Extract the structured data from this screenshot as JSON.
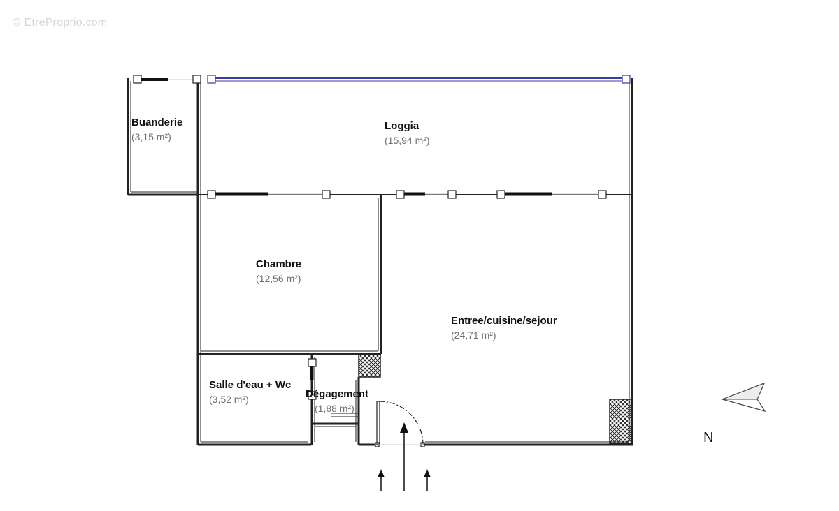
{
  "watermark": "© EtreProprio.com",
  "rooms": [
    {
      "id": "buanderie",
      "name": "Buanderie",
      "area": "(3,15 m²)"
    },
    {
      "id": "loggia",
      "name": "Loggia",
      "area": "(15,94 m²)"
    },
    {
      "id": "chambre",
      "name": "Chambre",
      "area": "(12,56 m²)"
    },
    {
      "id": "sejour",
      "name": "Entree/cuisine/sejour",
      "area": "(24,71 m²)"
    },
    {
      "id": "salle-eau",
      "name": "Salle d'eau + Wc",
      "area": "(3,52 m²)"
    },
    {
      "id": "degagement",
      "name": "Dégagement",
      "area": "(1,88 m²)"
    }
  ],
  "compass": {
    "label": "N",
    "icon": "north-arrow-icon"
  },
  "colors": {
    "wall": "#222222",
    "glazing": "#3a3aa0",
    "area_text": "#707070",
    "watermark": "#d6d6d6"
  }
}
